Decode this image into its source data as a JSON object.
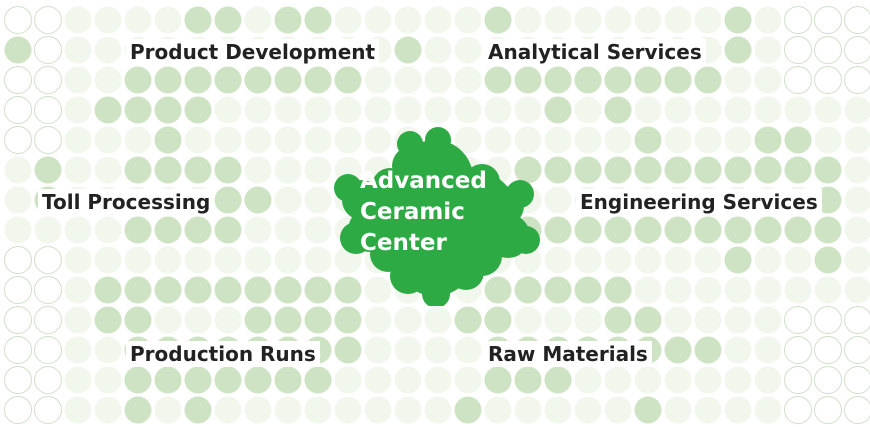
{
  "center": {
    "lines": [
      "Advanced",
      "Ceramic",
      "Center"
    ],
    "color": "#2eaa45"
  },
  "services": [
    {
      "id": "product-development",
      "label": "Product Development"
    },
    {
      "id": "analytical-services",
      "label": "Analytical Services"
    },
    {
      "id": "toll-processing",
      "label": "Toll Processing"
    },
    {
      "id": "engineering-services",
      "label": "Engineering Services"
    },
    {
      "id": "production-runs",
      "label": "Production Runs"
    },
    {
      "id": "raw-materials",
      "label": "Raw Materials"
    }
  ],
  "colors": {
    "dot_light": "#f2f7ee",
    "dot_medium": "#cde3c3",
    "dot_outline": "#cfe0c9",
    "text": "#222222"
  }
}
